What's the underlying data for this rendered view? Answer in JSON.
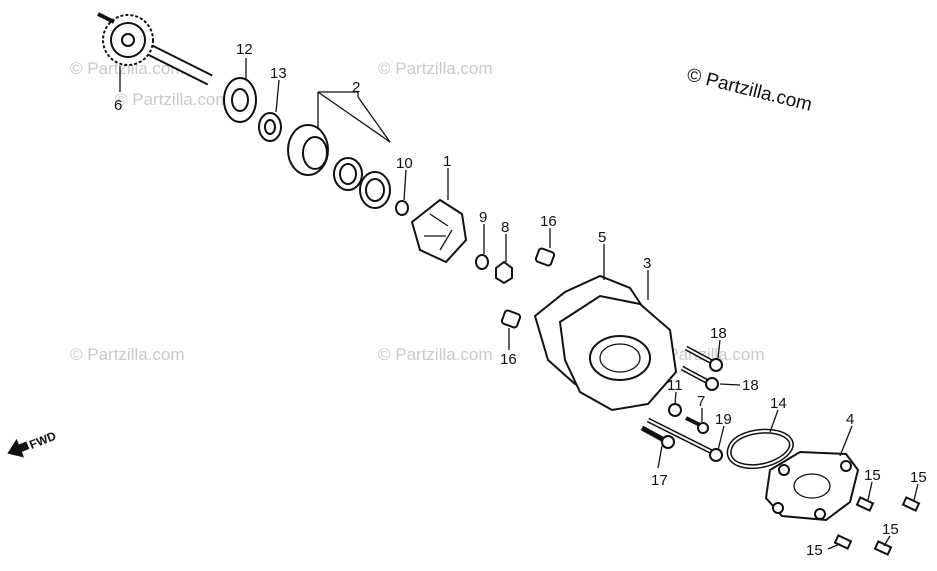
{
  "copyright": "© Partzilla.com",
  "watermarks": [
    "© Partzilla.com",
    "© Partzilla.com",
    "© Partzilla.com",
    "© Partzilla.com",
    "© Partzilla.com",
    "© Partzilla.com"
  ],
  "direction_label": "FWD",
  "callouts": {
    "c1": "1",
    "c2": "2",
    "c3": "3",
    "c4": "4",
    "c5": "5",
    "c6": "6",
    "c7": "7",
    "c8": "8",
    "c9": "9",
    "c10": "10",
    "c11": "11",
    "c12": "12",
    "c13": "13",
    "c14": "14",
    "c15a": "15",
    "c15b": "15",
    "c15c": "15",
    "c15d": "15",
    "c16a": "16",
    "c16b": "16",
    "c17": "17",
    "c18a": "18",
    "c18b": "18",
    "c19": "19"
  },
  "colors": {
    "ink": "#111111",
    "watermark": "#c9c9c9",
    "background": "#ffffff"
  }
}
